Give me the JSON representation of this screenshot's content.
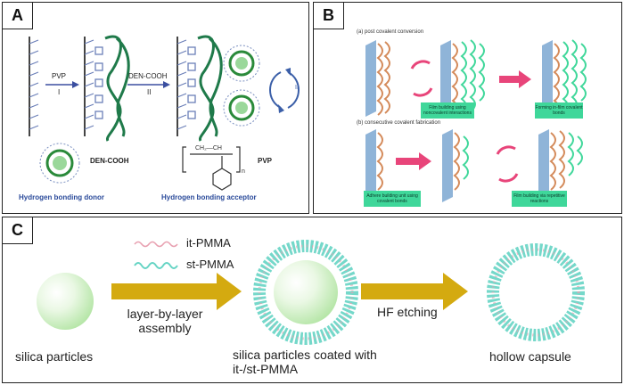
{
  "panels": {
    "a": {
      "tag": "A",
      "step1_label": "PVP",
      "step1_num": "I",
      "step2_label": "DEN-COOH",
      "step2_num": "II",
      "cycle_num": "II",
      "den_label": "DEN-COOH",
      "pvp_label": "PVP",
      "pvp_n": "n",
      "pvp_formula": "CH₂—CH",
      "donor_caption": "Hydrogen bonding donor",
      "acceptor_caption": "Hydrogen bonding acceptor"
    },
    "b": {
      "tag": "B",
      "section_a": "(a)  post covalent conversion",
      "section_b": "(b)  consecutive covalent fabrication",
      "box1": "Film building using noncovalent interactions",
      "box2": "Forming in-film covalent bonds",
      "box3": "Adhere building unit using covalent bonds",
      "box4": "Film building via repetitive reactions"
    },
    "c": {
      "tag": "C",
      "legend_it": "it-PMMA",
      "legend_st": "st-PMMA",
      "arrow1_text": "layer-by-layer assembly",
      "arrow2_text": "HF etching",
      "caption1": "silica particles",
      "caption2": "silica particles coated with it-/st-PMMA",
      "caption3": "hollow capsule"
    }
  },
  "colors": {
    "blue_text": "#2a4a9a",
    "green_chain": "#1f7a4a",
    "gold_arrow": "#d4aa10",
    "pink_arrow": "#e8457a",
    "box_green": "#3fd79a",
    "it_pmma": "#e8a0b0",
    "st_pmma": "#66d4c4"
  }
}
